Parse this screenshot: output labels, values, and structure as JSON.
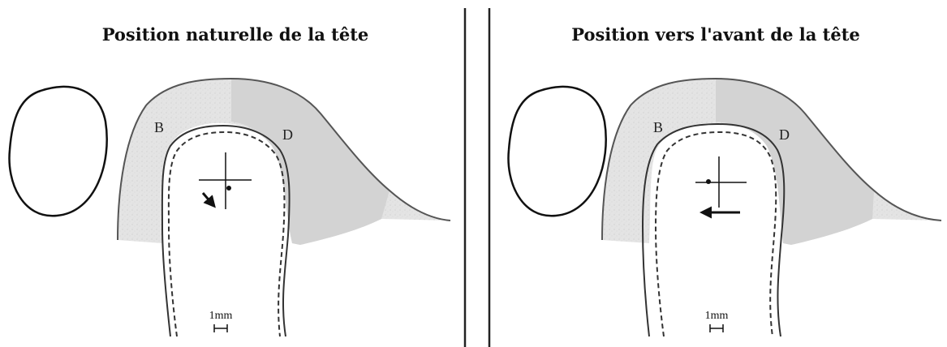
{
  "panels": [
    {
      "title": "Position naturelle de la tête",
      "label_b": "B",
      "label_d": "D",
      "scale_label": "1mm"
    },
    {
      "title": "Position vers l'avant de la tête",
      "label_b": "B",
      "label_d": "D",
      "scale_label": "1mm"
    }
  ],
  "colors": {
    "tissue": "#d6d6d6",
    "outline": "#3a3a3a",
    "divider": "#222222"
  }
}
